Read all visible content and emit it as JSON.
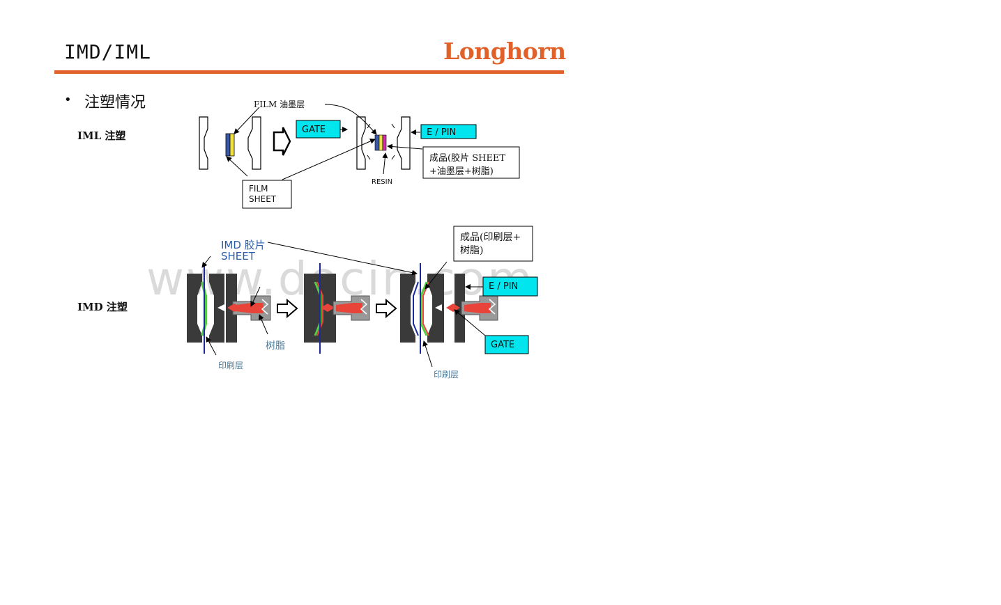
{
  "header": {
    "title": "IMD/IML",
    "brand": "Longhorn",
    "accent_color": "#e0622a"
  },
  "bullet": {
    "text": "注塑情况"
  },
  "iml": {
    "section_label": "IML 注塑",
    "film_ink_label": "FILM 油墨层",
    "gate_label": "GATE",
    "epin_label": "E / PIN",
    "product_label_line1": "成品(胶片 SHEET",
    "product_label_line2": "+油墨层+树脂)",
    "film_sheet_line1": "FILM",
    "film_sheet_line2": "SHEET",
    "resin_label": "RESIN"
  },
  "imd": {
    "section_label": "IMD 注塑",
    "sheet_label_line1": "IMD 胶片",
    "sheet_label_line2": "SHEET",
    "product_label_line1": "成品(印刷层+",
    "product_label_line2": "树脂)",
    "epin_label": "E / PIN",
    "gate_label": "GATE",
    "resin_label": "树脂",
    "print_layer_label_1": "印刷层",
    "print_layer_label_2": "印刷层"
  },
  "watermark": "www.docin.com",
  "colors": {
    "cyan_box": "#00e5ee",
    "mold_dark": "#3a3a3a",
    "green_layer": "#55cc44",
    "blue_film": "#1a2a9a",
    "red_resin": "#e8443a"
  }
}
